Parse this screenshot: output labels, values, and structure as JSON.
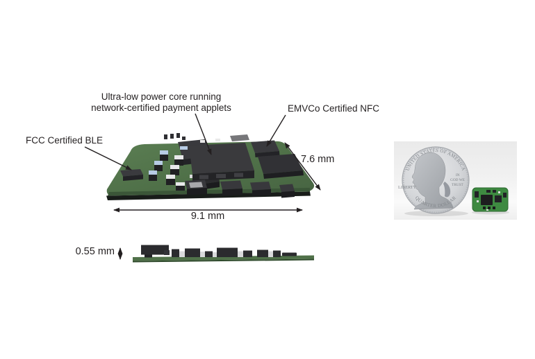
{
  "figure": {
    "core_label": {
      "line1": "Ultra-low power core running",
      "line2": "network-certified payment applets"
    },
    "nfc_label": "EMVCo Certified NFC",
    "ble_label": "FCC Certified BLE",
    "dimensions": {
      "depth": "7.6 mm",
      "width": "9.1 mm",
      "thickness": "0.55 mm"
    }
  },
  "photo": {
    "coin": {
      "top_text": "UNITED STATES OF AMERICA",
      "bottom_text": "QUARTER DOLLAR",
      "left_text": "LIBERTY",
      "right_lines": [
        "IN",
        "GOD WE",
        "TRUST"
      ]
    }
  },
  "colors": {
    "annotation_ink": "#231f20",
    "board_green": "#507149",
    "component_dark": "#2b2b2e",
    "capacitor_blue": "#b7cbe4",
    "coin_silver": "#c6c9cd",
    "photo_bg": "#efefef",
    "background": "#ffffff"
  }
}
